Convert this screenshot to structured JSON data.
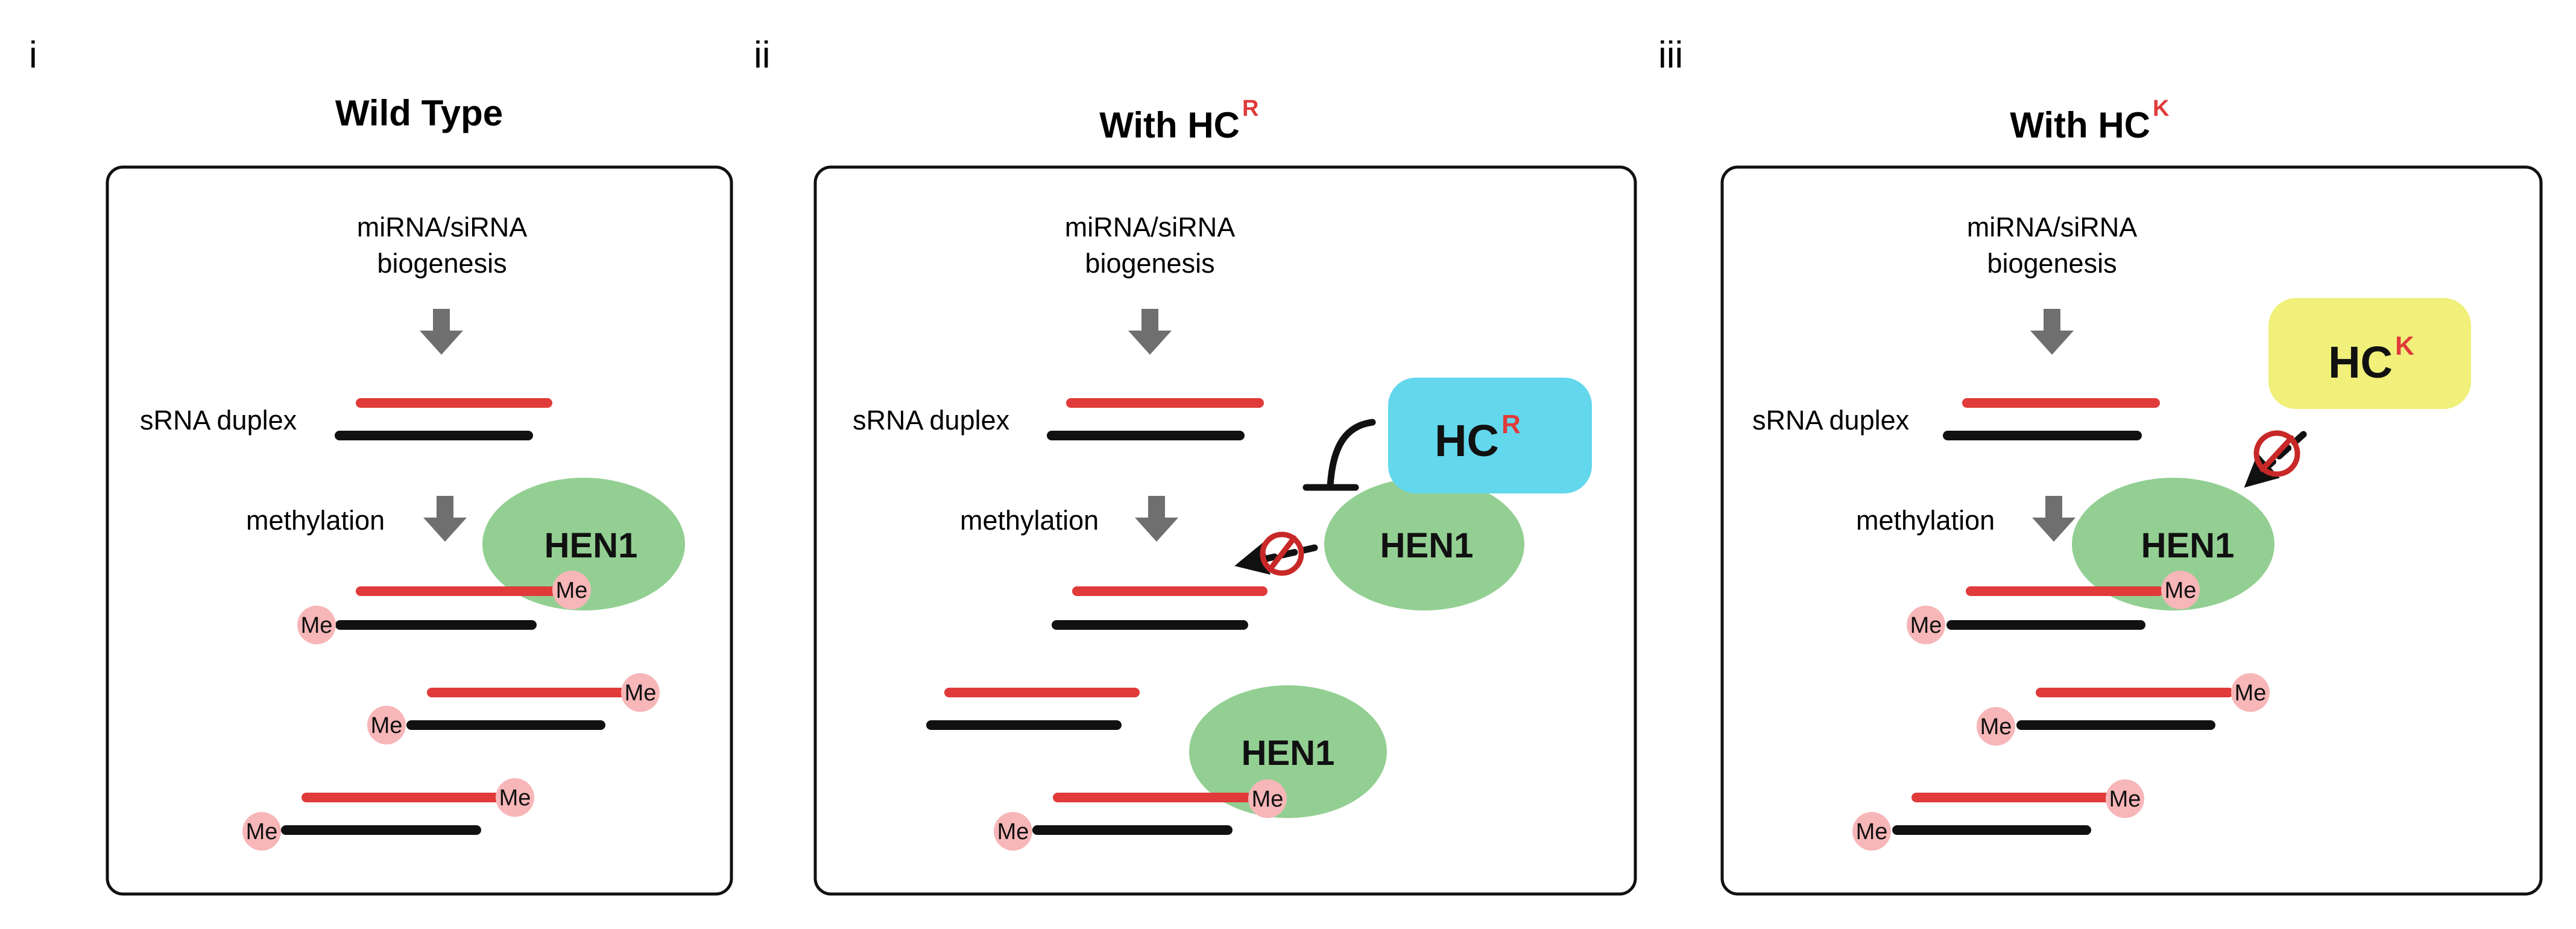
{
  "colors": {
    "red_strand": "#e03a3a",
    "black_strand": "#111111",
    "hen1_fill": "#93cf93",
    "me_fill": "#f7b6b8",
    "hcr_fill": "#63d7ec",
    "hck_fill": "#f0f07a",
    "arrow_gray": "#6f6f6f",
    "superscript_red": "#e03a3a",
    "block_red": "#c82828"
  },
  "panels": [
    {
      "numeral": "i",
      "title": "Wild Type",
      "title_sup": "",
      "biogenesis_line1": "miRNA/siRNA",
      "biogenesis_line2": "biogenesis",
      "duplex_label": "sRNA duplex",
      "methylation_label": "methylation",
      "enzyme_labels": [
        "HEN1"
      ],
      "me_labels": [
        "Me",
        "Me",
        "Me",
        "Me",
        "Me",
        "Me"
      ]
    },
    {
      "numeral": "ii",
      "title": "With HC",
      "title_sup": "R",
      "biogenesis_line1": "miRNA/siRNA",
      "biogenesis_line2": "biogenesis",
      "duplex_label": "sRNA duplex",
      "methylation_label": "methylation",
      "enzyme_labels": [
        "HEN1",
        "HEN1"
      ],
      "suppressor": "HC",
      "suppressor_sup": "R",
      "me_labels": [
        "Me",
        "Me"
      ]
    },
    {
      "numeral": "iii",
      "title": "With HC",
      "title_sup": "K",
      "biogenesis_line1": "miRNA/siRNA",
      "biogenesis_line2": "biogenesis",
      "duplex_label": "sRNA duplex",
      "methylation_label": "methylation",
      "enzyme_labels": [
        "HEN1"
      ],
      "suppressor": "HC",
      "suppressor_sup": "K",
      "me_labels": [
        "Me",
        "Me",
        "Me",
        "Me",
        "Me",
        "Me"
      ]
    }
  ]
}
